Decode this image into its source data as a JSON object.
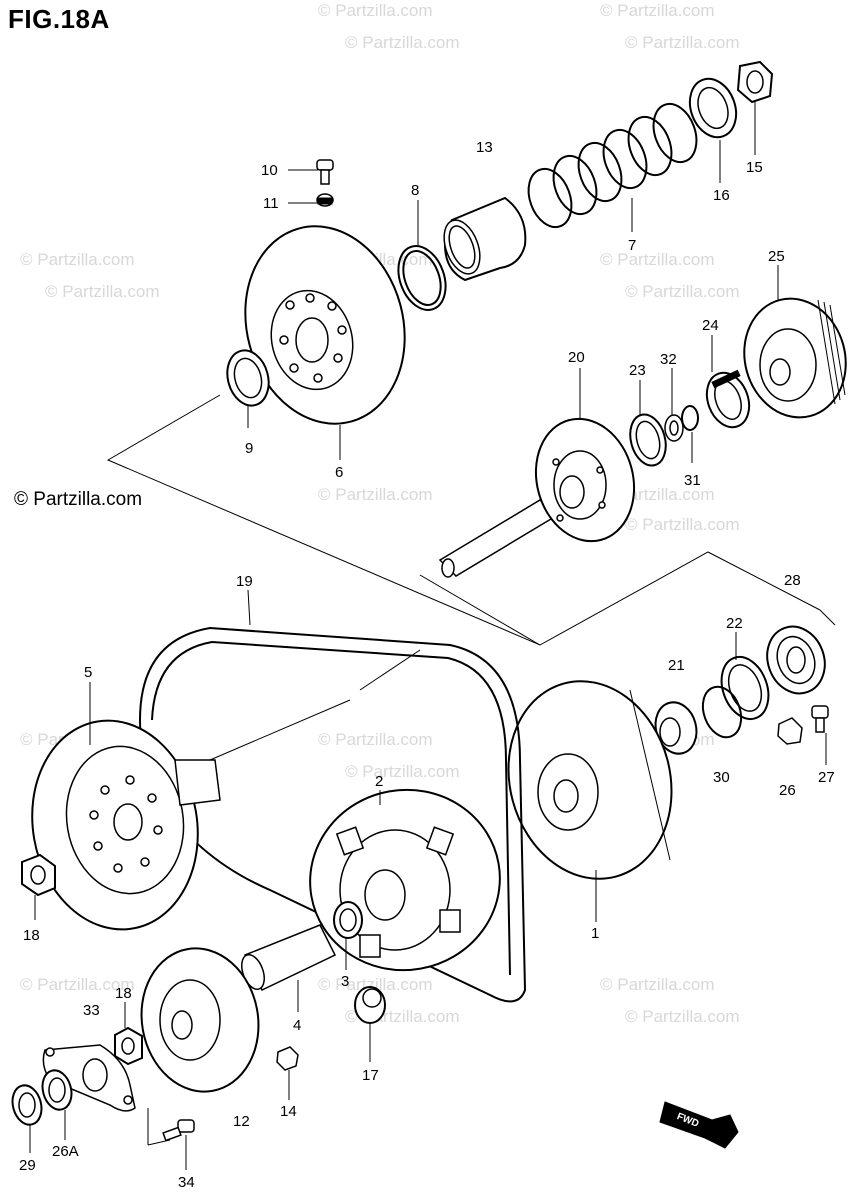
{
  "figure_title": "FIG.18A",
  "watermarks": [
    "© Partzilla.com"
  ],
  "copyright_notice": "© Partzilla.com",
  "callouts": {
    "c1": "1",
    "c2": "2",
    "c3": "3",
    "c4": "4",
    "c5": "5",
    "c6": "6",
    "c7": "7",
    "c8": "8",
    "c9": "9",
    "c10": "10",
    "c11": "11",
    "c12": "12",
    "c13": "13",
    "c14": "14",
    "c15": "15",
    "c16": "16",
    "c17": "17",
    "c18a": "18",
    "c18b": "18",
    "c19": "19",
    "c20": "20",
    "c21": "21",
    "c22": "22",
    "c23": "23",
    "c24": "24",
    "c25": "25",
    "c26": "26",
    "c26a": "26A",
    "c27": "27",
    "c28": "28",
    "c29": "29",
    "c30": "30",
    "c31": "31",
    "c32": "32",
    "c33": "33",
    "c34": "34"
  },
  "fwd_badge": "FWD"
}
